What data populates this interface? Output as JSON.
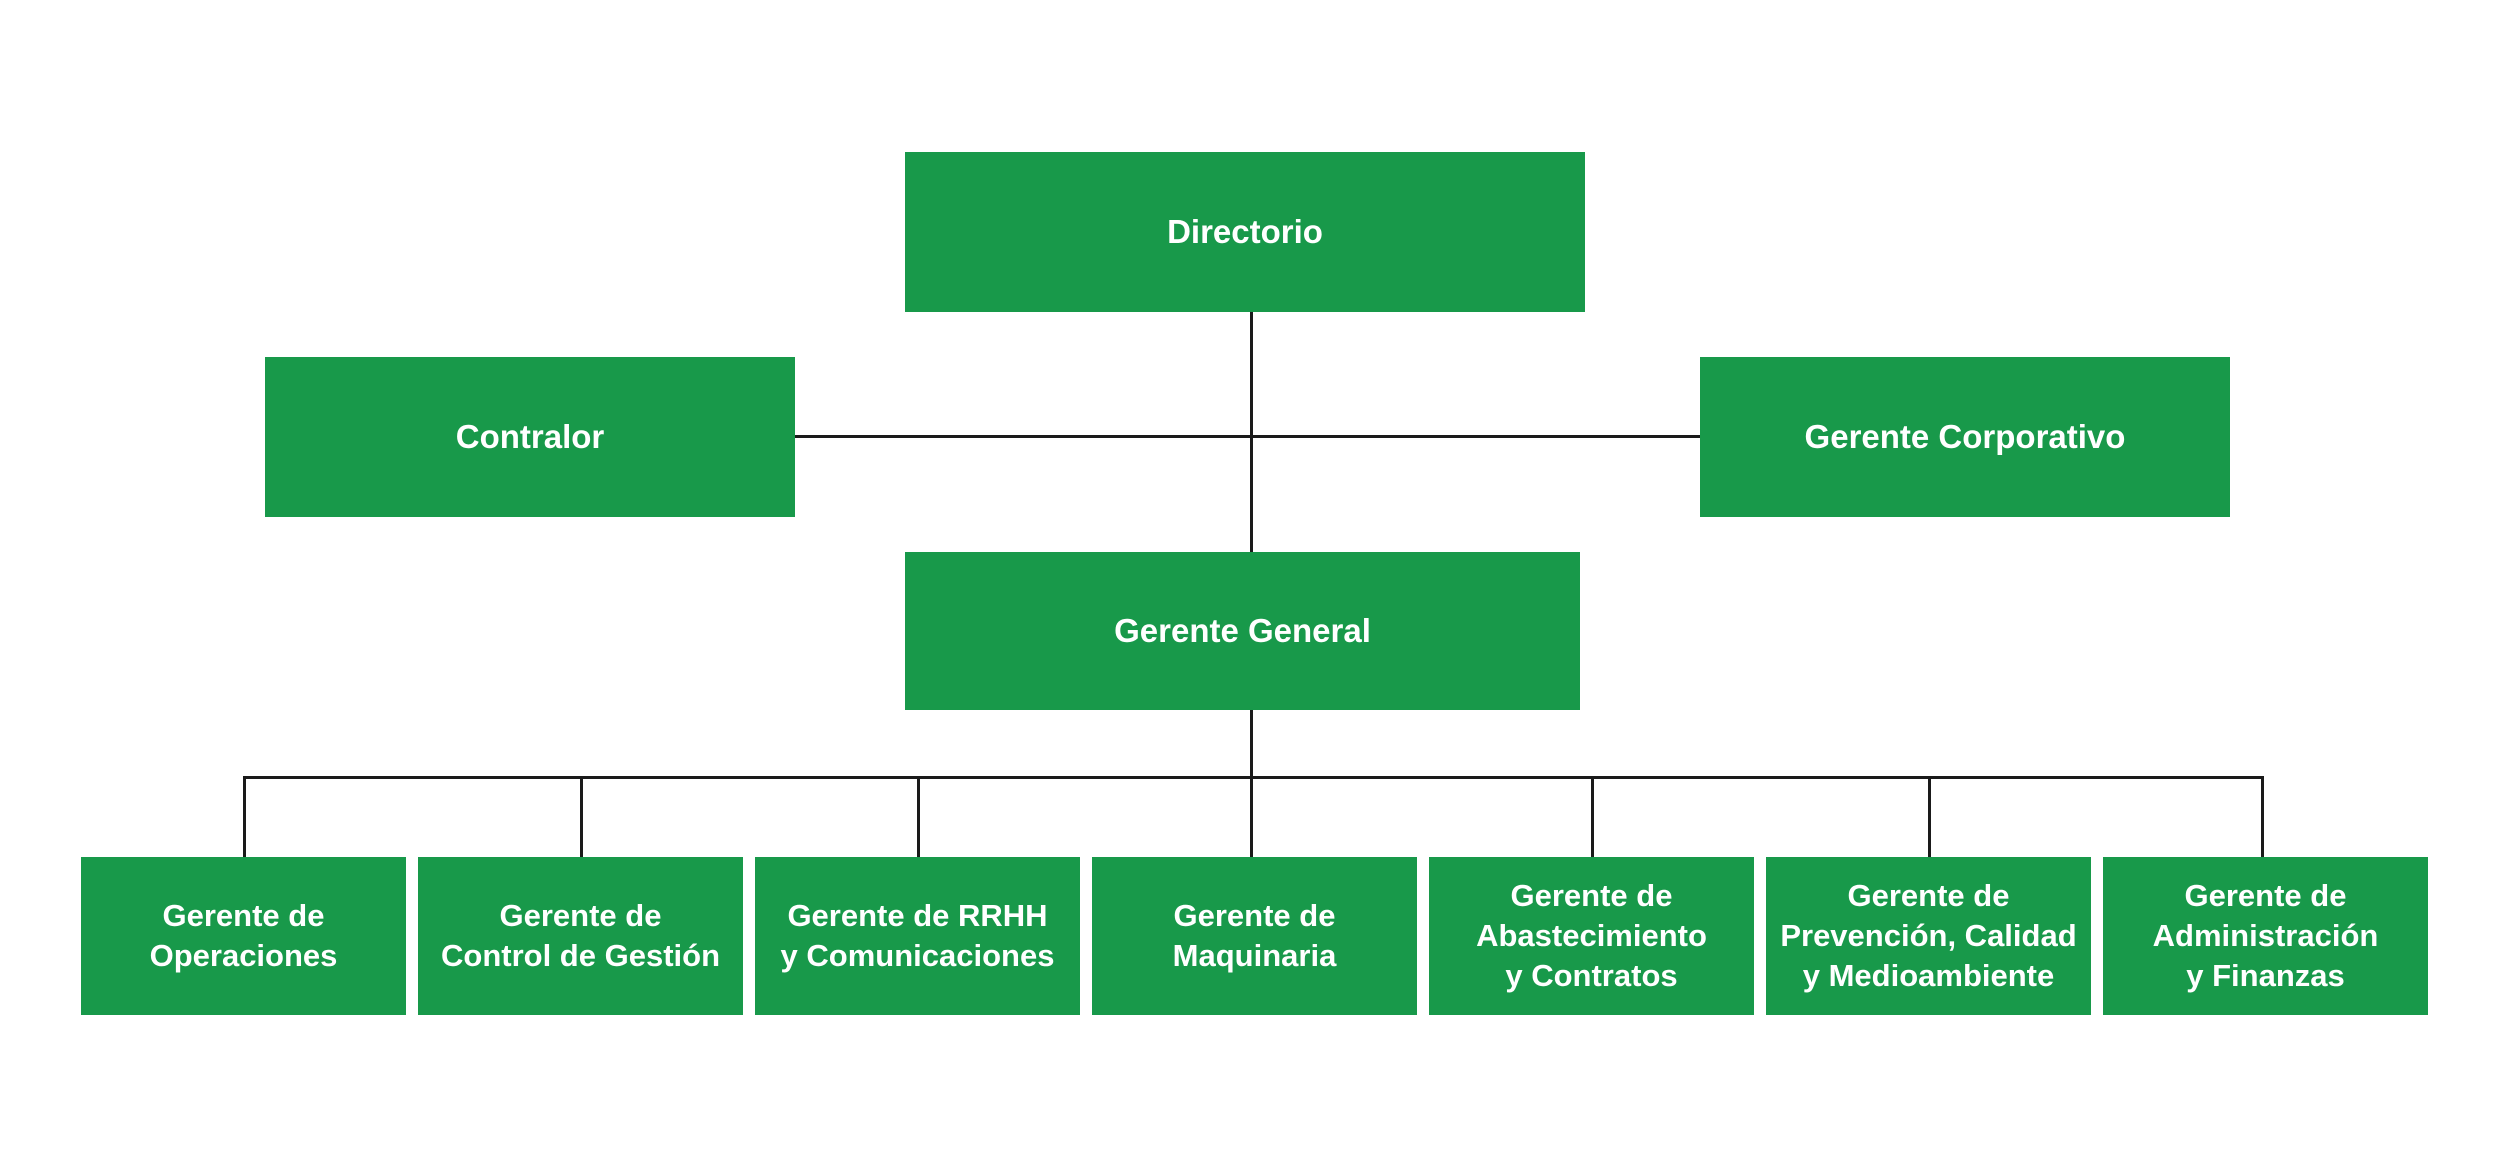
{
  "colors": {
    "box_fill": "#18994a",
    "connector": "#1a1a1a",
    "label_text": "#ffffff",
    "background": "#ffffff"
  },
  "org": {
    "root": {
      "label": "Directorio"
    },
    "staff_left": {
      "label": "Contralor"
    },
    "staff_right": {
      "label": "Gerente Corporativo"
    },
    "manager": {
      "label": "Gerente General"
    },
    "departments": [
      {
        "label": "Gerente de\nOperaciones"
      },
      {
        "label": "Gerente de\nControl de Gestión"
      },
      {
        "label": "Gerente de RRHH\ny Comunicaciones"
      },
      {
        "label": "Gerente de\nMaquinaria"
      },
      {
        "label": "Gerente de\nAbastecimiento\ny Contratos"
      },
      {
        "label": "Gerente de\nPrevención, Calidad\ny Medioambiente"
      },
      {
        "label": "Gerente de\nAdministración\ny Finanzas"
      }
    ]
  }
}
